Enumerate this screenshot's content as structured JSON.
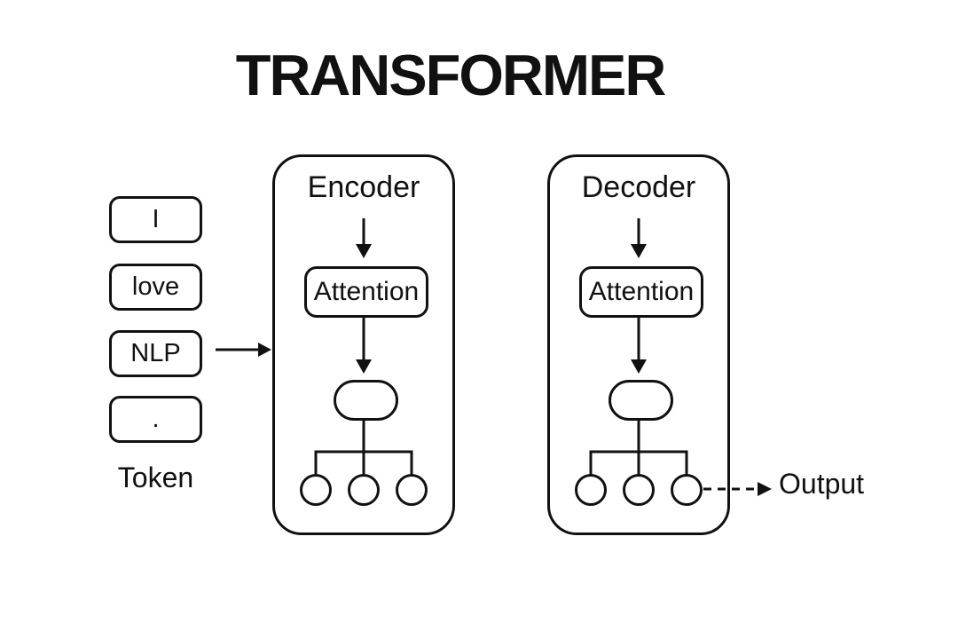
{
  "title": "TRANSFORMER",
  "tokens": [
    "I",
    "love",
    "NLP",
    "."
  ],
  "token_caption": "Token",
  "encoder": {
    "label": "Encoder",
    "attention_label": "Attention"
  },
  "decoder": {
    "label": "Decoder",
    "attention_label": "Attention"
  },
  "output_label": "Output",
  "colors": {
    "stroke": "#111111",
    "background": "#ffffff"
  }
}
